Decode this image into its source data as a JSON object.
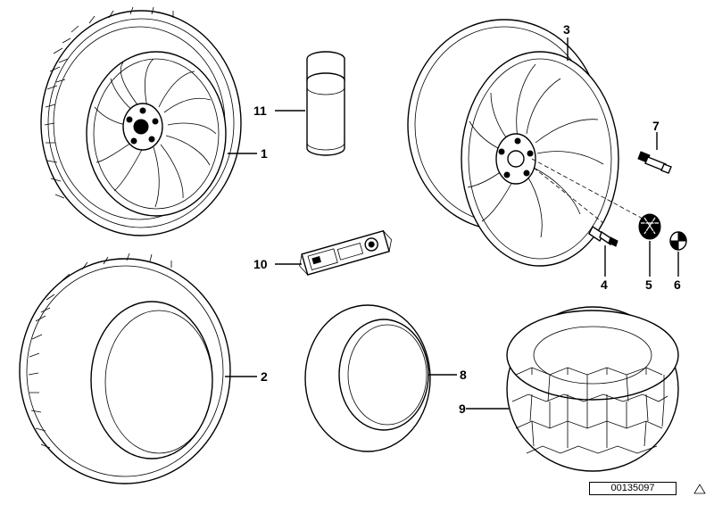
{
  "callouts": {
    "c1": "1",
    "c2": "2",
    "c3": "3",
    "c4": "4",
    "c5": "5",
    "c6": "6",
    "c7": "7",
    "c8": "8",
    "c9": "9",
    "c10": "10",
    "c11": "11"
  },
  "reference_number": "00135097"
}
